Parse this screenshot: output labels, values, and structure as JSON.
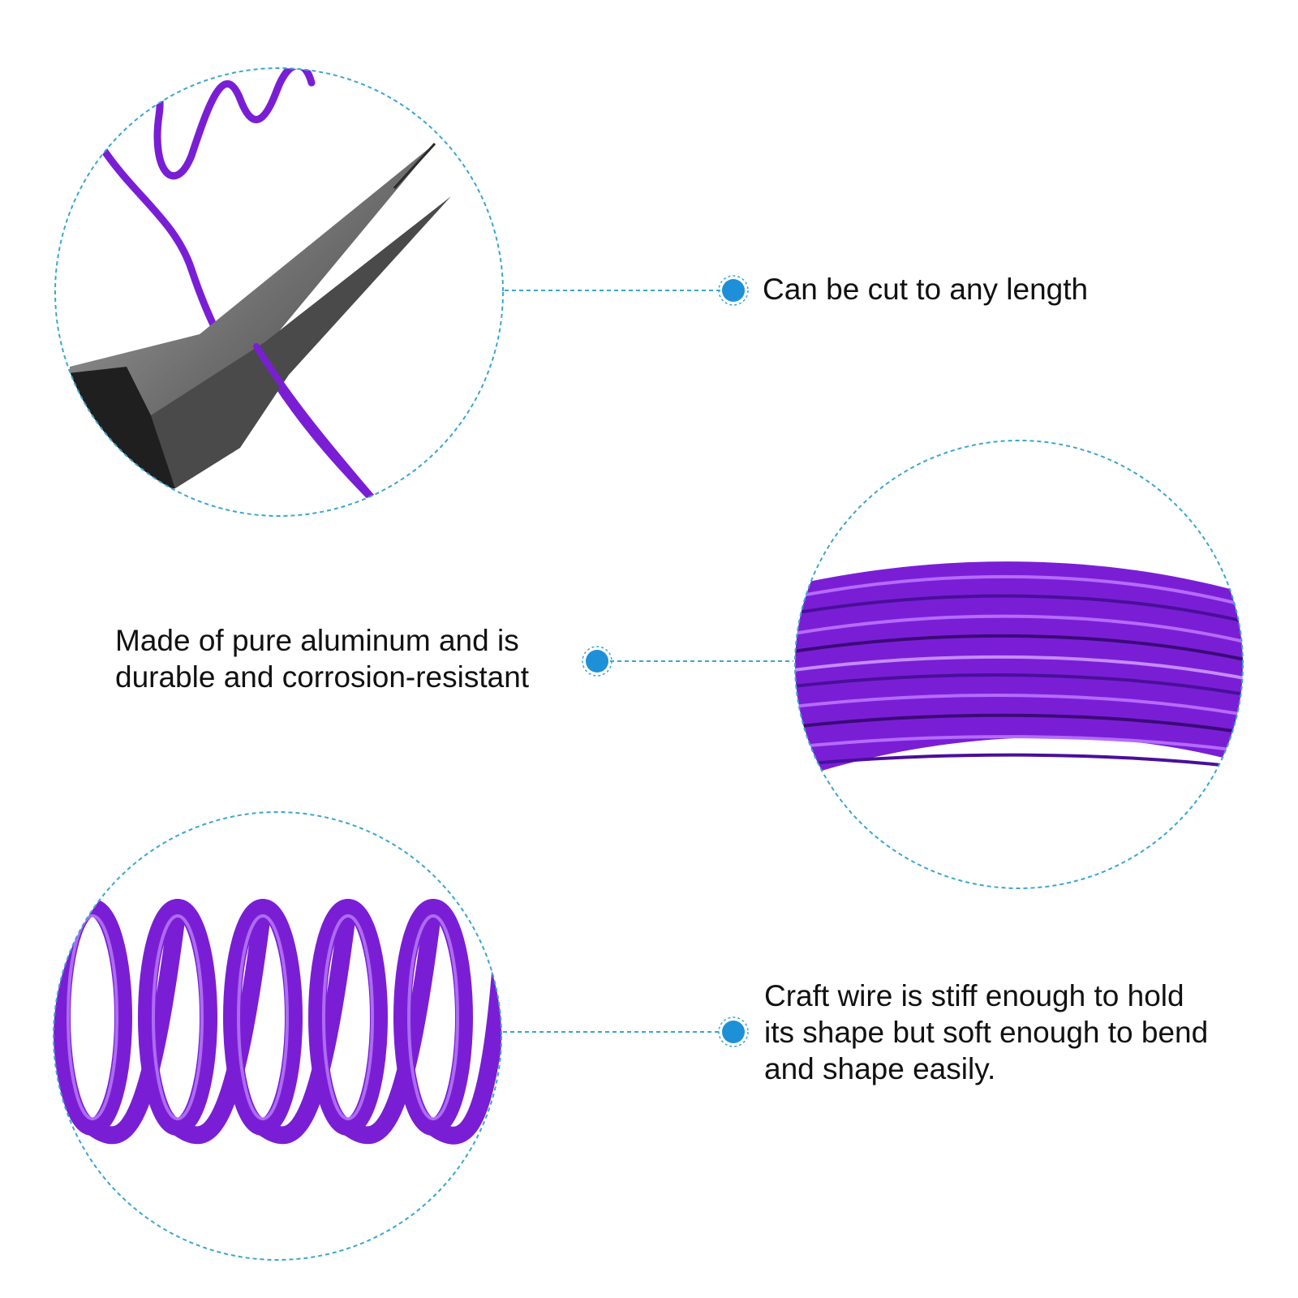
{
  "colors": {
    "accent": "#1e90d8",
    "dashed_line": "#3aa6cf",
    "wire_purple": "#7a1ed6",
    "wire_dark": "#3c0a78",
    "text": "#111111"
  },
  "features": [
    {
      "text": "Can be cut to any length",
      "image": "pliers-cutting-wire"
    },
    {
      "text": "Made of pure aluminum and is\ndurable and corrosion-resistant",
      "image": "wire-coil-closeup"
    },
    {
      "text": "Craft wire is stiff enough to hold\nits shape but soft enough to bend\nand shape easily.",
      "image": "wire-spring-coil"
    }
  ]
}
